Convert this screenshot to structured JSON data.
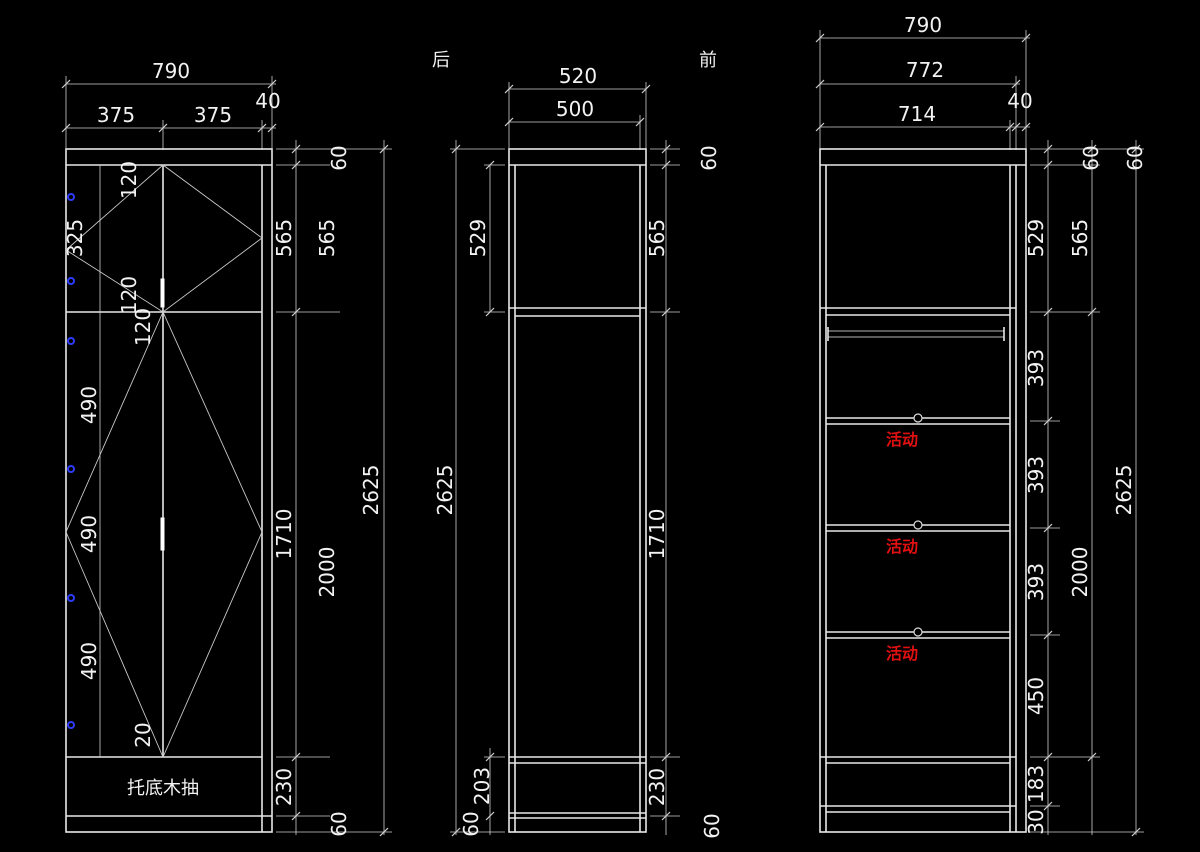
{
  "labels": {
    "back": "后",
    "front": "前",
    "drawer": "托底木抽",
    "movable": "活动"
  },
  "view1": {
    "top": {
      "overall": "790",
      "door_left": "375",
      "door_right": "375",
      "side": "40"
    },
    "left": {
      "a": "120",
      "b": "325",
      "c": "120",
      "d": "120",
      "e": "490",
      "f": "490",
      "g": "490",
      "h": "20"
    },
    "right": {
      "top": "60",
      "upper": "565",
      "upper2": "565",
      "door": "1710",
      "door_total": "2000",
      "overall": "2625",
      "drawer": "230",
      "base": "60"
    }
  },
  "view2": {
    "top": {
      "outer": "520",
      "inner": "500"
    },
    "left": {
      "upper": "529",
      "overall": "2625",
      "drawer": "203",
      "base": "60"
    },
    "right": {
      "top": "60",
      "upper": "565",
      "door": "1710",
      "drawer": "230",
      "base": "60"
    }
  },
  "view3": {
    "top": {
      "overall": "790",
      "mid": "772",
      "inner": "714",
      "side": "40"
    },
    "right": {
      "top1": "60",
      "top2": "60",
      "upper": "529",
      "upper2": "565",
      "s1": "393",
      "s2": "393",
      "s3": "393",
      "s4": "450",
      "total": "2000",
      "overall": "2625",
      "bottom": "183",
      "base": "30"
    }
  },
  "colors": {
    "background": "#000000",
    "lines": "#e8e8e8",
    "annotation": "#e01010",
    "hinge_dot": "#2a3cff"
  }
}
